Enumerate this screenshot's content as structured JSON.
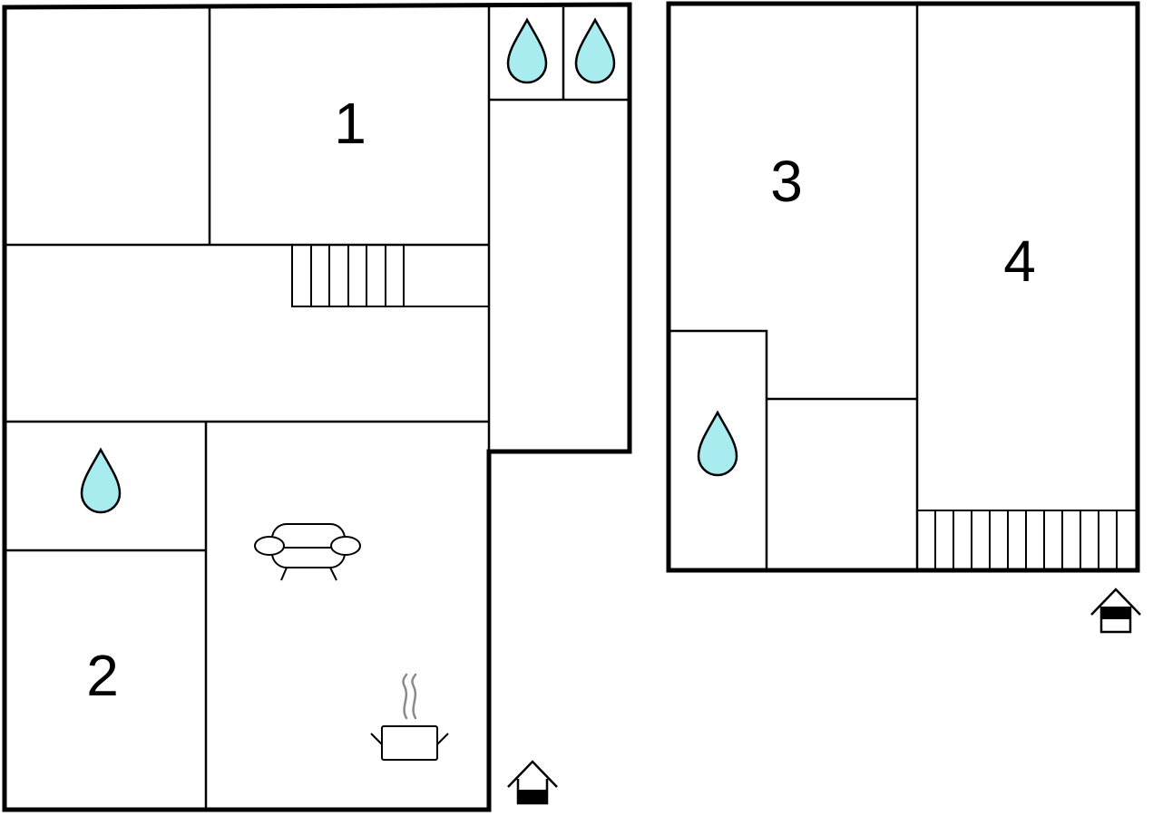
{
  "colors": {
    "wall": "#000000",
    "water_drop": "#a8ecef",
    "background": "#ffffff",
    "steam": "#8a8a8a"
  },
  "rooms": {
    "room_1": "1",
    "room_2": "2",
    "room_3": "3",
    "room_4": "4"
  },
  "icons": {
    "bathroom": "water-drop-icon",
    "living": "sofa-icon",
    "kitchen": "cooking-pot-icon",
    "entrance": "house-entrance-icon",
    "stairs": "stairs-icon"
  }
}
